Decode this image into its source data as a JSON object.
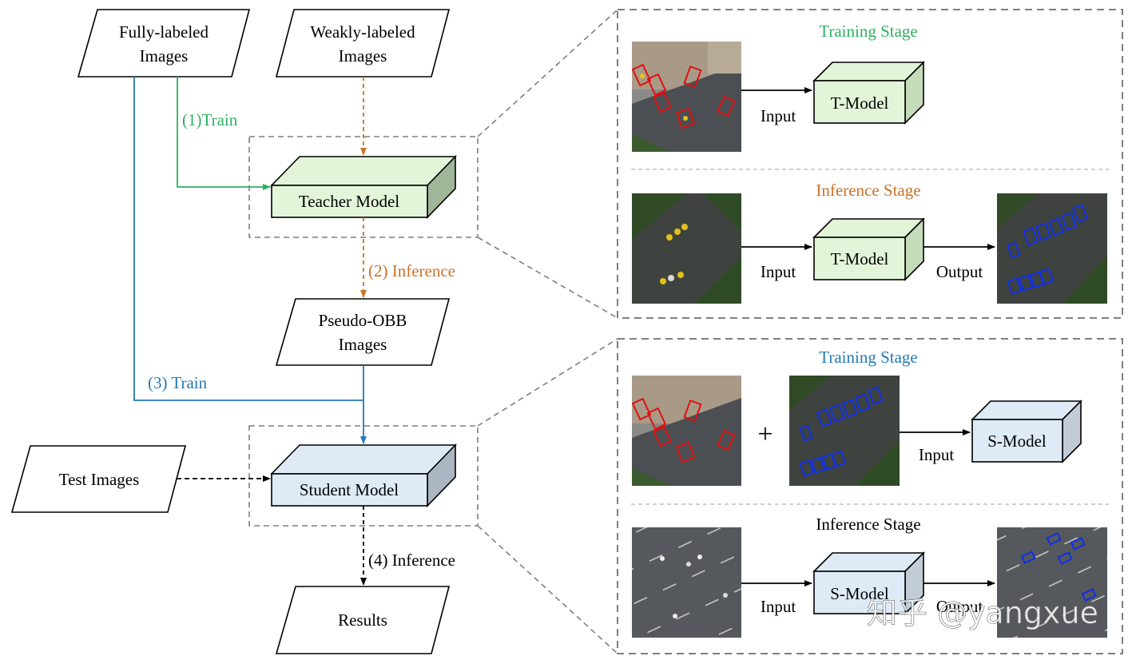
{
  "inputs": {
    "fully_labeled": [
      "Fully-labeled",
      "Images"
    ],
    "weakly_labeled": [
      "Weakly-labeled",
      "Images"
    ],
    "pseudo_obb": [
      "Pseudo-OBB",
      "Images"
    ],
    "test_images": "Test Images",
    "results": "Results"
  },
  "models": {
    "teacher": "Teacher Model",
    "student": "Student Model"
  },
  "edges": {
    "train_1": "(1)Train",
    "inference_2": "(2) Inference",
    "train_3": "(3) Train",
    "inference_4": "(4) Inference"
  },
  "teacher_panel": {
    "training_title": "Training Stage",
    "inference_title": "Inference  Stage",
    "input_label": "Input",
    "output_label": "Output",
    "model_label": "T-Model"
  },
  "student_panel": {
    "training_title": "Training Stage",
    "inference_title": "Inference  Stage",
    "plus": "+",
    "input_label": "Input",
    "output_label": "Output",
    "model_label": "S-Model"
  },
  "watermark": "知乎 @yangxue",
  "colors": {
    "green": "#2eb062",
    "orange": "#c8732a",
    "blue": "#2479b8",
    "teacher_fill": "#e2f5d8",
    "student_fill": "#deebf7",
    "dash_gray": "#7f7f7f"
  }
}
